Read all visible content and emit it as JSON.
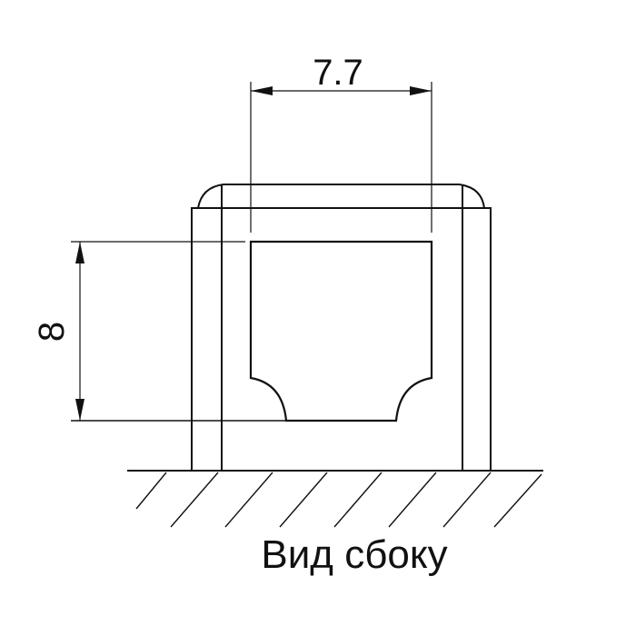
{
  "drawing": {
    "width_dimension": "7.7",
    "height_dimension": "8",
    "caption": "Вид сбоку"
  }
}
